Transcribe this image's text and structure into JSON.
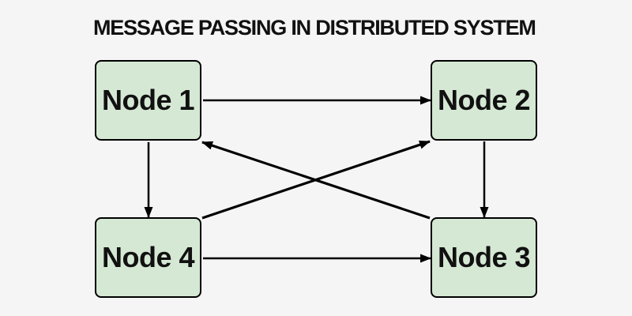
{
  "title": "MESSAGE PASSING IN DISTRIBUTED SYSTEM",
  "diagram": {
    "nodes": [
      {
        "id": "node1",
        "label": "Node 1"
      },
      {
        "id": "node2",
        "label": "Node 2"
      },
      {
        "id": "node3",
        "label": "Node 3"
      },
      {
        "id": "node4",
        "label": "Node 4"
      }
    ],
    "edges": [
      {
        "from": "node1",
        "to": "node2"
      },
      {
        "from": "node1",
        "to": "node4"
      },
      {
        "from": "node2",
        "to": "node3"
      },
      {
        "from": "node4",
        "to": "node3"
      },
      {
        "from": "node4",
        "to": "node2"
      },
      {
        "from": "node3",
        "to": "node1"
      }
    ]
  },
  "colors": {
    "background": "#f5f5f5",
    "node_fill": "#d5e8d4",
    "node_border": "#000000",
    "arrow": "#000000",
    "text": "#111111"
  }
}
